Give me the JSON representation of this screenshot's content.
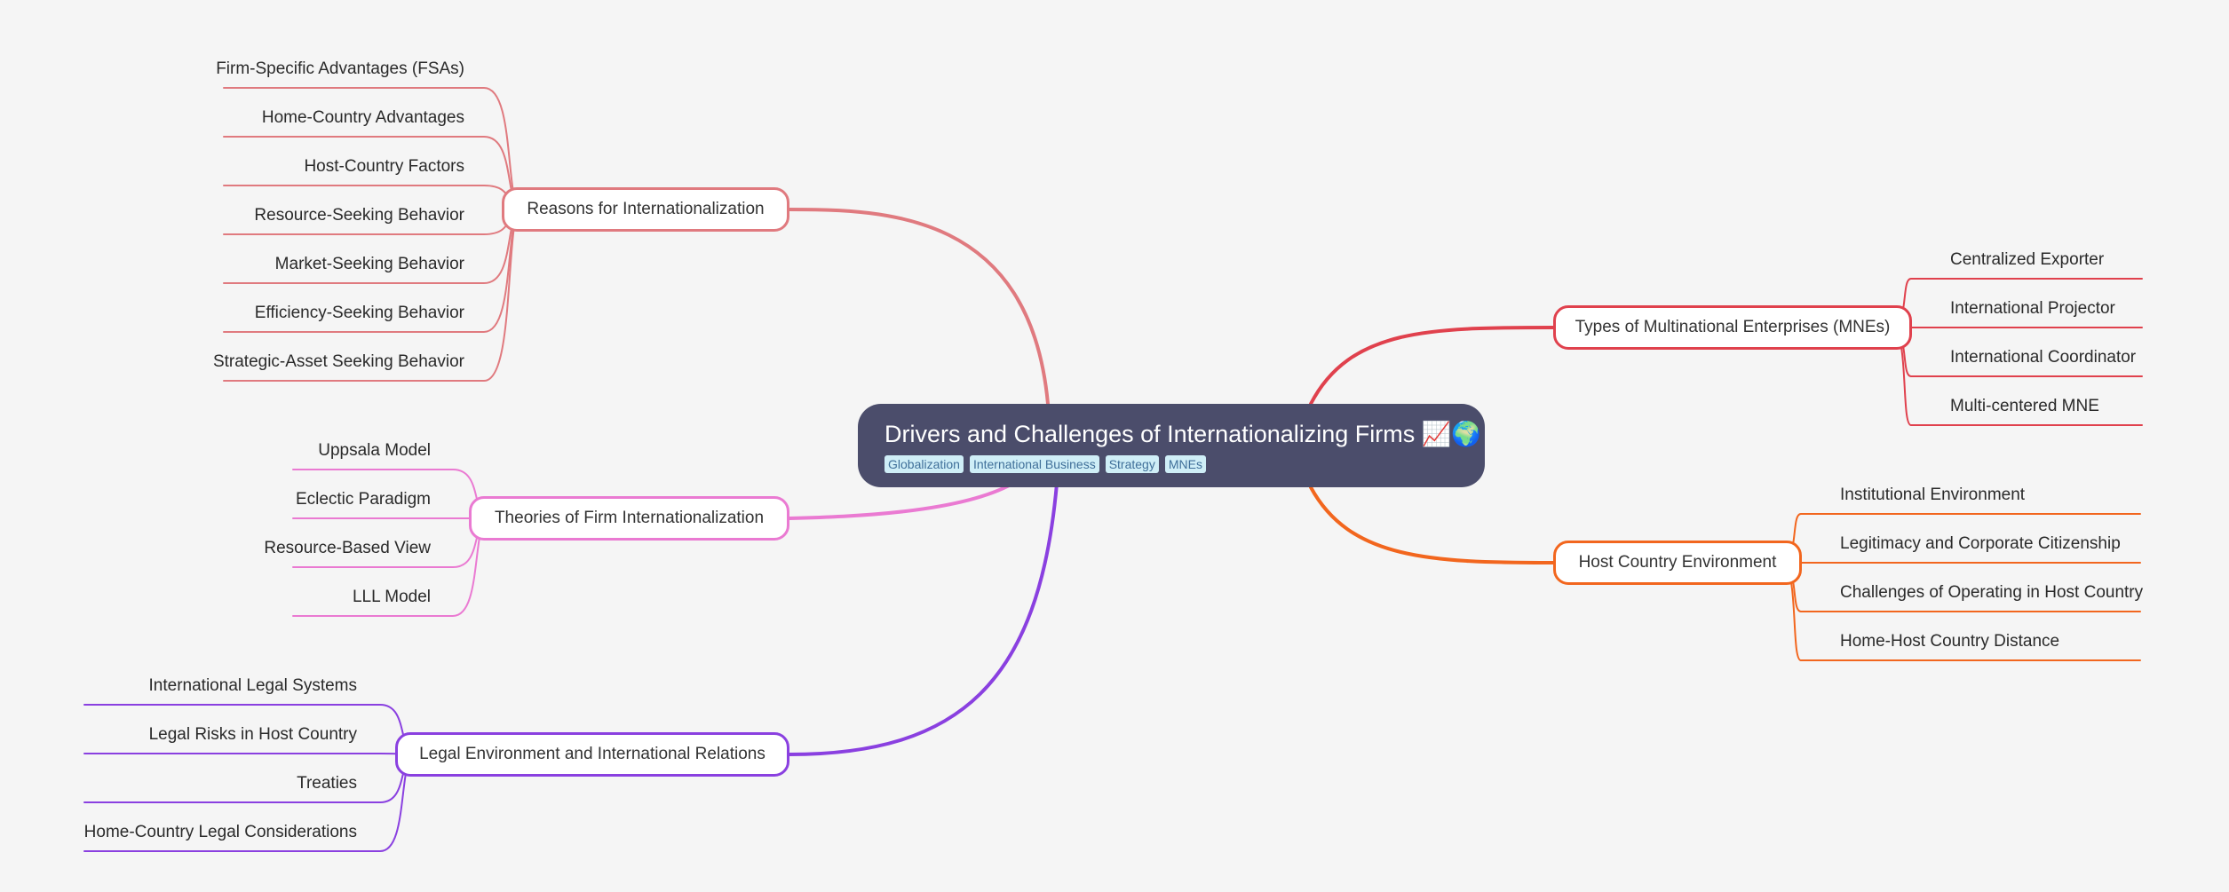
{
  "root": {
    "title": "Drivers and Challenges of Internationalizing Firms 📈🌍",
    "tags": [
      "Globalization",
      "International Business",
      "Strategy",
      "MNEs"
    ]
  },
  "branches": [
    {
      "label": "Reasons for Internationalization",
      "color": "#e07a7f",
      "children": [
        "Firm-Specific Advantages (FSAs)",
        "Home-Country Advantages",
        "Host-Country Factors",
        "Resource-Seeking Behavior",
        "Market-Seeking Behavior",
        "Efficiency-Seeking Behavior",
        "Strategic-Asset Seeking Behavior"
      ]
    },
    {
      "label": "Theories of Firm Internationalization",
      "color": "#ea7ad2",
      "children": [
        "Uppsala Model",
        "Eclectic Paradigm",
        "Resource-Based View",
        "LLL Model"
      ]
    },
    {
      "label": "Legal Environment and International Relations",
      "color": "#8a40e0",
      "children": [
        "International Legal Systems",
        "Legal Risks in Host Country",
        "Treaties",
        "Home-Country Legal Considerations"
      ]
    },
    {
      "label": "Types of Multinational Enterprises (MNEs)",
      "color": "#e0414d",
      "children": [
        "Centralized Exporter",
        "International Projector",
        "International Coordinator",
        "Multi-centered MNE"
      ]
    },
    {
      "label": "Host Country Environment",
      "color": "#f2661e",
      "children": [
        "Institutional Environment",
        "Legitimacy and Corporate Citizenship",
        "Challenges of Operating in Host Country",
        "Home-Host Country Distance"
      ]
    }
  ]
}
